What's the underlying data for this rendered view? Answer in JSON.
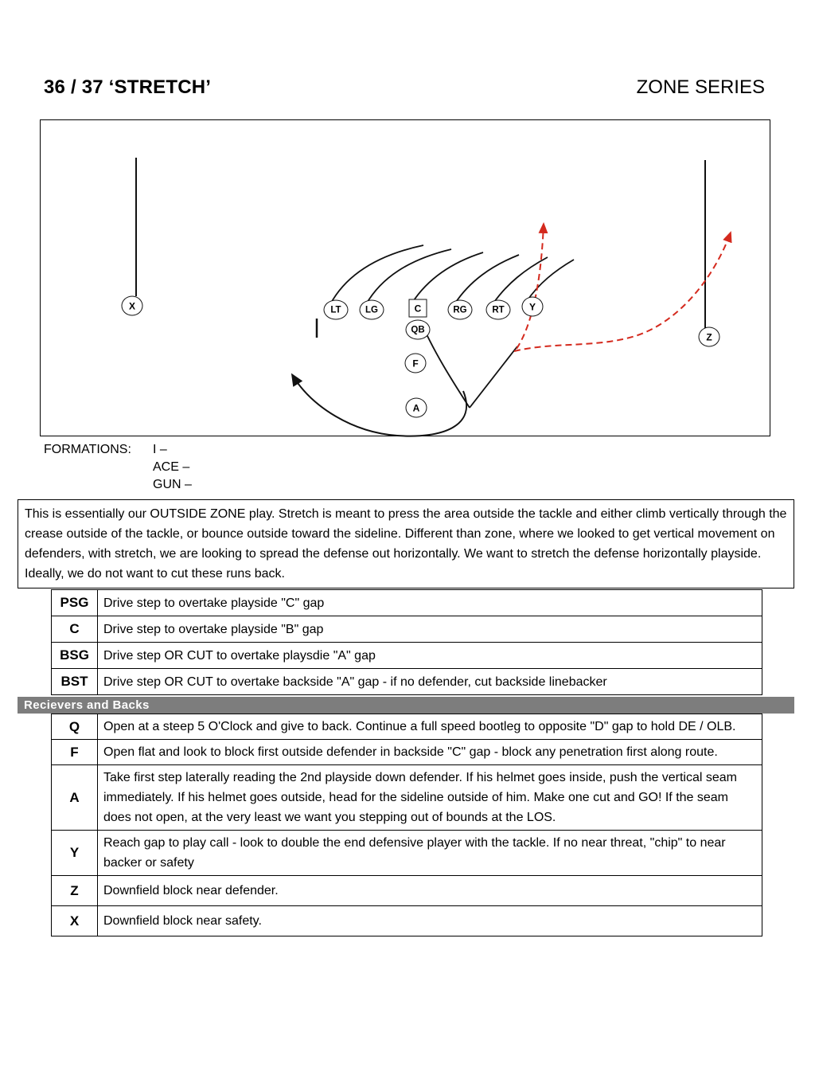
{
  "header": {
    "title": "36 / 37 ‘STRETCH’",
    "series": "ZONE SERIES"
  },
  "diagram": {
    "players": [
      {
        "label": "X"
      },
      {
        "label": "LT"
      },
      {
        "label": "LG"
      },
      {
        "label": "C"
      },
      {
        "label": "RG"
      },
      {
        "label": "RT"
      },
      {
        "label": "Y"
      },
      {
        "label": "QB"
      },
      {
        "label": "F"
      },
      {
        "label": "A"
      },
      {
        "label": "Z"
      }
    ],
    "route_color": "#d42a1e",
    "line_color": "#111111"
  },
  "formations": {
    "label": "FORMATIONS:",
    "items": [
      "I –",
      "ACE –",
      "GUN –"
    ]
  },
  "description": "This is essentially our OUTSIDE ZONE play. Stretch is meant to press the area outside the tackle and either climb vertically through the crease outside of the tackle, or bounce outside toward the sideline. Different than zone, where we looked to get vertical movement on defenders, with stretch, we are looking to spread the defense out horizontally. We want to stretch the defense horizontally playside. Ideally, we do not want to cut these runs back.",
  "line_assignments": [
    {
      "position": "PSG",
      "text": "Drive step to overtake playside \"C\" gap"
    },
    {
      "position": "C",
      "text": "Drive step to overtake playside \"B\" gap"
    },
    {
      "position": "BSG",
      "text": "Drive step OR CUT to overtake playsdie \"A\" gap"
    },
    {
      "position": "BST",
      "text": "Drive step OR CUT to overtake backside \"A\" gap - if no defender, cut backside linebacker"
    }
  ],
  "section_header": "Recievers and Backs",
  "skill_assignments": [
    {
      "position": "Q",
      "text": "Open at a steep 5 O'Clock and give to back. Continue a full speed bootleg to opposite \"D\" gap to hold DE / OLB."
    },
    {
      "position": "F",
      "text": "Open flat and look to block first outside defender in backside \"C\" gap - block any penetration first along route."
    },
    {
      "position": "A",
      "text": "Take first step laterally reading the 2nd playside down defender. If his helmet goes inside, push the vertical seam immediately. If his helmet goes outside, head for the sideline outside of him. Make one cut and GO! If the seam does not open, at the very least we want you stepping out of bounds at the LOS."
    },
    {
      "position": "Y",
      "text": "Reach gap to play call - look to double the end defensive player with the tackle. If no near threat, \"chip\" to near backer or safety"
    },
    {
      "position": "Z",
      "text": "Downfield block near defender."
    },
    {
      "position": "X",
      "text": "Downfield block near safety."
    }
  ]
}
